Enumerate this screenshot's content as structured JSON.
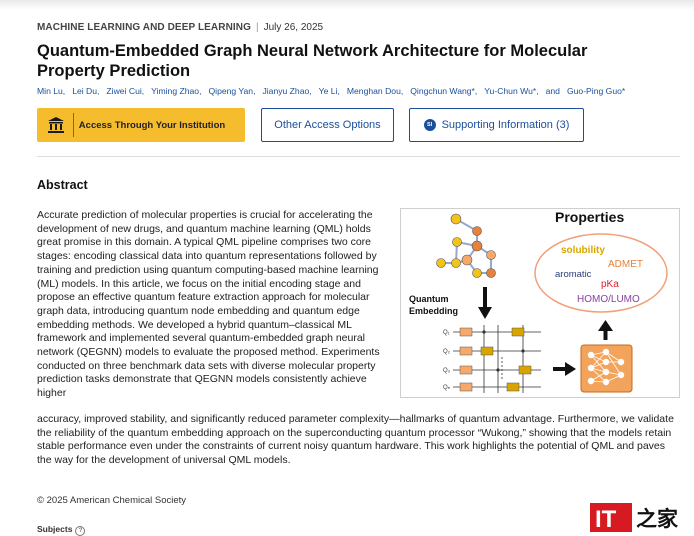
{
  "meta": {
    "category": "MACHINE LEARNING AND DEEP LEARNING",
    "separator": "|",
    "date": "July 26, 2025"
  },
  "title": "Quantum-Embedded Graph Neural Network Architecture for Molecular Property Prediction",
  "authors": [
    "Min Lu,",
    "Lei Du,",
    "Ziwei Cui,",
    "Yiming Zhao,",
    "Qipeng Yan,",
    "Jianyu Zhao,",
    "Ye Li,",
    "Menghan Dou,",
    "Qingchun Wang*,",
    "Yu-Chun Wu*,",
    "and",
    "Guo-Ping Guo*"
  ],
  "buttons": {
    "institution": "Access Through Your Institution",
    "other": "Other Access Options",
    "si_badge": "SI",
    "supporting": "Supporting Information (3)"
  },
  "abstract": {
    "heading": "Abstract",
    "text_wrapped": "Accurate prediction of molecular properties is crucial for accelerating the development of new drugs, and quantum machine learning (QML) holds great promise in this domain. A typical QML pipeline comprises two core stages: encoding classical data into quantum representations followed by training and prediction using quantum computing-based machine learning (ML) models. In this article, we focus on the initial encoding stage and propose an effective quantum feature extraction approach for molecular graph data, introducing quantum node embedding and quantum edge embedding methods. We developed a hybrid quantum–classical ML framework and implemented several quantum-embedded graph neural network (QEGNN) models to evaluate the proposed method. Experiments conducted on three benchmark data sets with diverse molecular property prediction tasks demonstrate that QEGNN models consistently achieve higher",
    "text_full": "accuracy, improved stability, and significantly reduced parameter complexity—hallmarks of quantum advantage. Furthermore, we validate the reliability of the quantum embedding approach on the superconducting quantum processor “Wukong,” showing that the models retain stable performance even under the constraints of current noisy quantum hardware. This work highlights the potential of QML and paves the way for the development of universal QML models."
  },
  "graphic": {
    "properties_title": "Properties",
    "props": [
      "solubility",
      "ADMET",
      "aromatic",
      "pKa",
      "HOMO/LUMO"
    ],
    "embedding_label_1": "Quantum",
    "embedding_label_2": "Embedding",
    "qubits": [
      "Q₁",
      "Q₂",
      "Q₃",
      "Qₙ"
    ],
    "colors": {
      "orange": "#e8823a",
      "yellow": "#f2c318",
      "pink": "#e05b9a",
      "navy": "#2e3d78",
      "red": "#e0202a",
      "purple": "#8b3fa0",
      "ellipse": "#f0a078",
      "node_blue": "#95a8cf"
    }
  },
  "copyright": "© 2025 American Chemical Society",
  "subjects": {
    "label": "Subjects",
    "help": "?"
  },
  "logo": {
    "text": "IT",
    "mark": "之家"
  }
}
